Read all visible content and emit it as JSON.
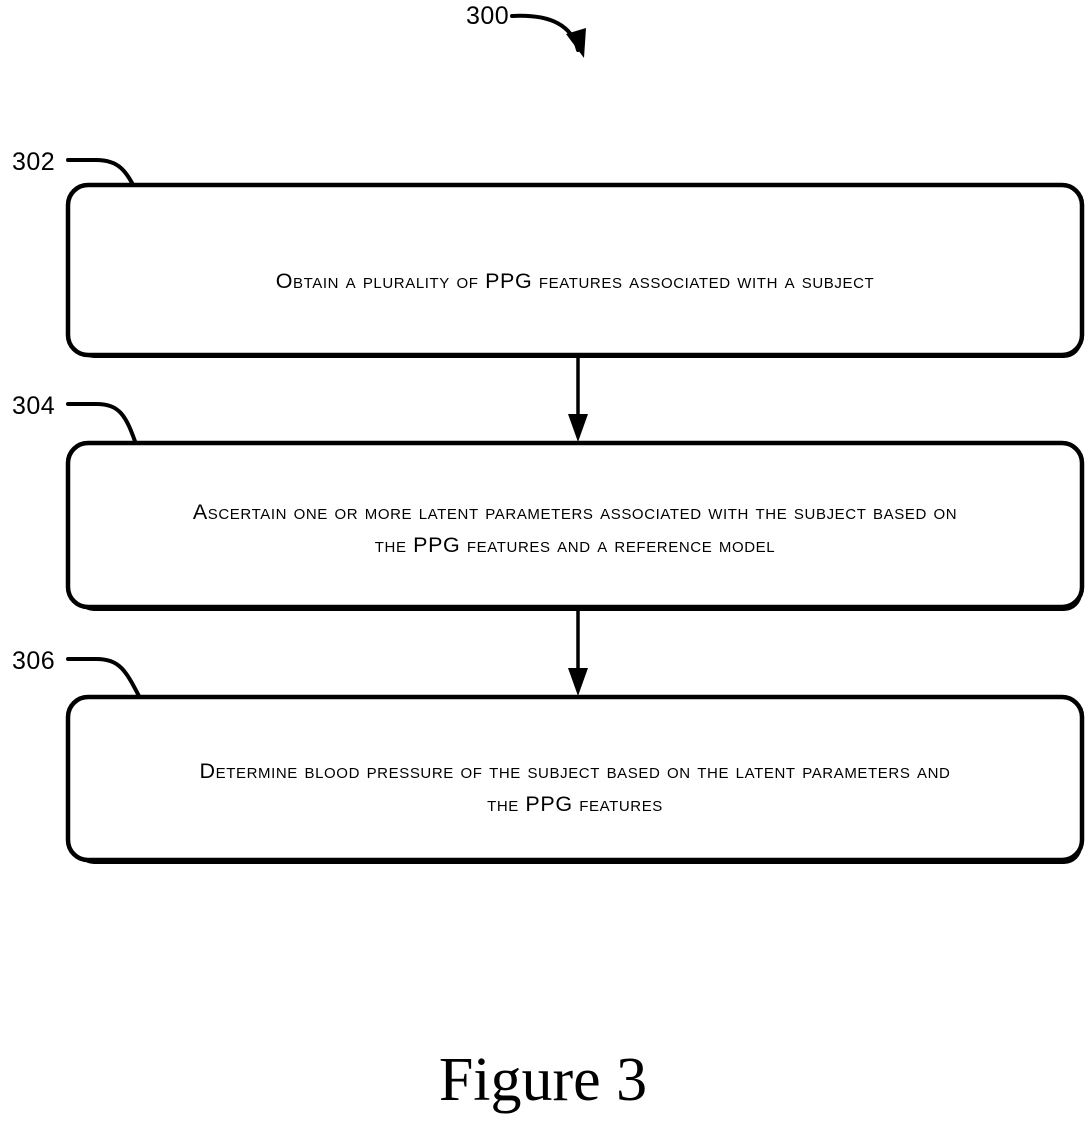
{
  "figure": {
    "caption": "Figure 3",
    "diagram_reference": "300",
    "type": "flowchart",
    "orientation": "vertical-top-to-bottom"
  },
  "steps": [
    {
      "ref": "302",
      "lines": [
        "Obtain a plurality of PPG features associated with a subject"
      ]
    },
    {
      "ref": "304",
      "lines": [
        "Ascertain one or more latent parameters associated with the subject based on",
        "the PPG features and a reference model"
      ]
    },
    {
      "ref": "306",
      "lines": [
        "Determine blood pressure of the subject based on the latent parameters and",
        "the PPG features"
      ]
    }
  ],
  "connectors": [
    {
      "from": "302",
      "to": "304"
    },
    {
      "from": "304",
      "to": "306"
    }
  ],
  "colors": {
    "ink": "#000000",
    "paper": "#ffffff"
  }
}
